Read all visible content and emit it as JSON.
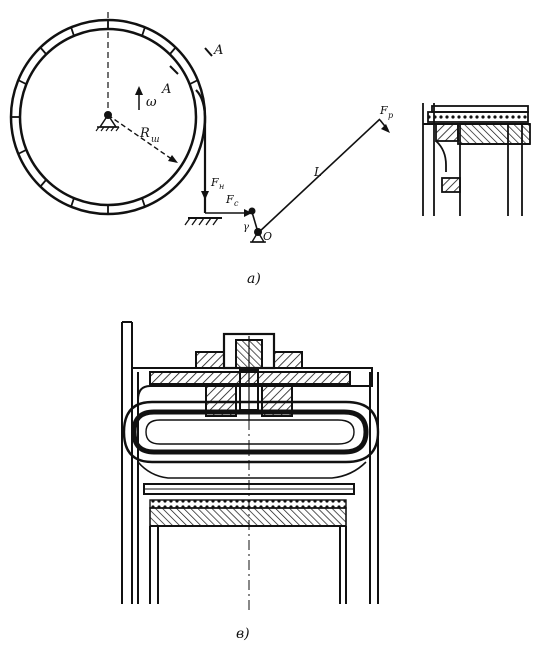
{
  "figure_a": {
    "caption": "a)",
    "labels": {
      "section_mark_a": "A",
      "section_mark_a_arrow": "A",
      "omega": "ω",
      "radius": "R",
      "radius_sub": "ш",
      "force_h": "F",
      "force_h_sub": "н",
      "force_c": "F",
      "force_c_sub": "с",
      "length": "L",
      "force_p": "F",
      "force_p_sub": "р",
      "point_o": "О",
      "gamma": "γ"
    }
  },
  "figure_b": {
    "caption": "в)"
  },
  "colors": {
    "ink": "#111111",
    "paper": "#ffffff"
  }
}
